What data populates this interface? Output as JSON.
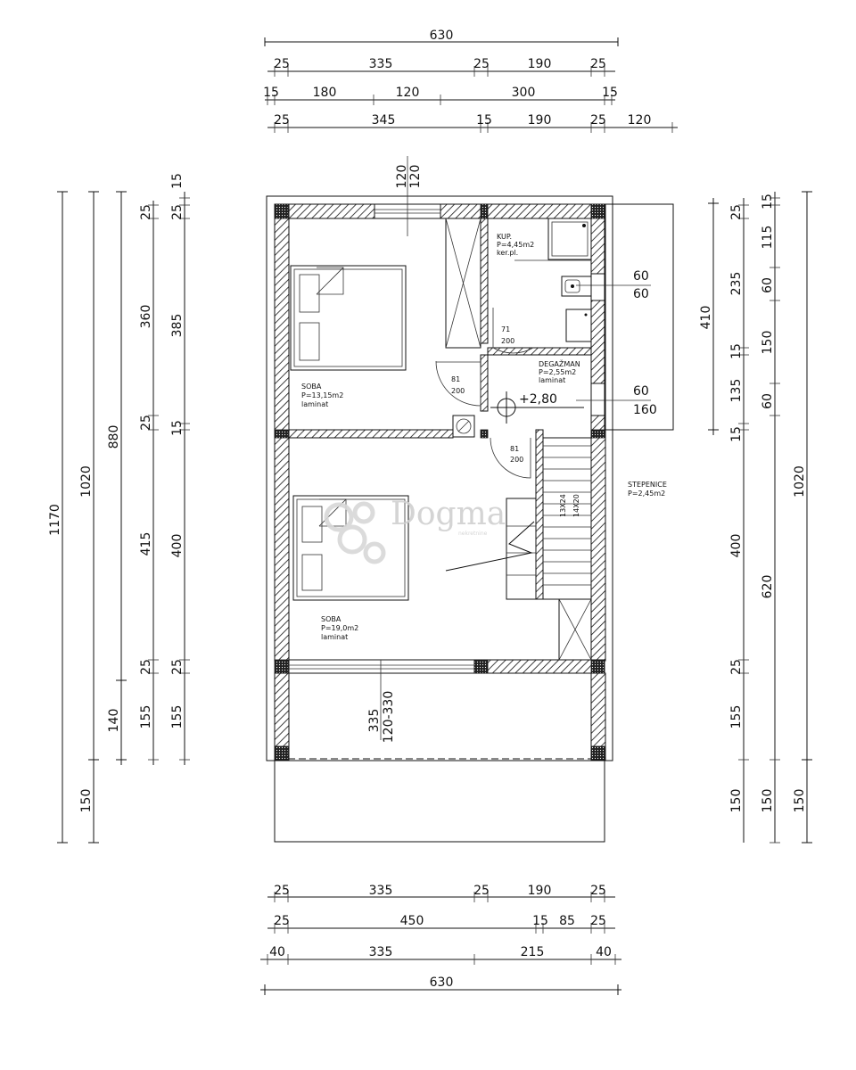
{
  "top_dims": {
    "row1": [
      "630"
    ],
    "row2": [
      "25",
      "335",
      "25",
      "190",
      "25"
    ],
    "row3": [
      "15",
      "180",
      "120",
      "300",
      "15"
    ],
    "row4": [
      "25",
      "345",
      "15",
      "190",
      "25",
      "120"
    ]
  },
  "bottom_dims": {
    "row1": [
      "25",
      "335",
      "25",
      "190",
      "25"
    ],
    "row2": [
      "25",
      "450",
      "15",
      "85",
      "25"
    ],
    "row3": [
      "40",
      "335",
      "215",
      "40"
    ],
    "row4": [
      "630"
    ]
  },
  "left_dims": {
    "col1": [
      "1170"
    ],
    "col2": [
      "1020",
      "150"
    ],
    "col3": [
      "880",
      "140"
    ],
    "col4": [
      "25",
      "360",
      "25",
      "415",
      "25",
      "155"
    ],
    "col5": [
      "15",
      "25",
      "385",
      "15",
      "400",
      "25",
      "155"
    ]
  },
  "right_dims": {
    "col1": [
      "410"
    ],
    "col2": [
      "25",
      "235",
      "15",
      "135",
      "15",
      "400",
      "25",
      "155",
      "150"
    ],
    "col3": [
      "15",
      "115",
      "60",
      "150",
      "60",
      "620",
      "150"
    ],
    "col4": [
      "1020",
      "150"
    ]
  },
  "window_top": [
    "120",
    "120"
  ],
  "rooms": {
    "soba1": {
      "name": "SOBA",
      "area": "P=13,15m2",
      "floor": "laminat"
    },
    "kup": {
      "name": "KUP.",
      "area": "P=4,45m2",
      "floor": "ker.pl."
    },
    "degazman": {
      "name": "DEGAŽMAN",
      "area": "P=2,55m2",
      "floor": "laminat"
    },
    "stepenice": {
      "name": "STEPENICE",
      "area": "P=2,45m2"
    },
    "soba2": {
      "name": "SOBA",
      "area": "P=19,0m2",
      "floor": "laminat"
    }
  },
  "doors": {
    "d1": [
      "81",
      "200"
    ],
    "d2": [
      "71",
      "200"
    ],
    "d3": [
      "81",
      "200"
    ]
  },
  "openings": {
    "o1": [
      "60",
      "60"
    ],
    "o2": [
      "60",
      "160"
    ]
  },
  "level": "+2,80",
  "stairs": [
    "13X24",
    "14X20"
  ],
  "balcony_dims": [
    "335",
    "120-330"
  ],
  "watermark": {
    "text": "Dogma",
    "sub": "nekretnine"
  }
}
